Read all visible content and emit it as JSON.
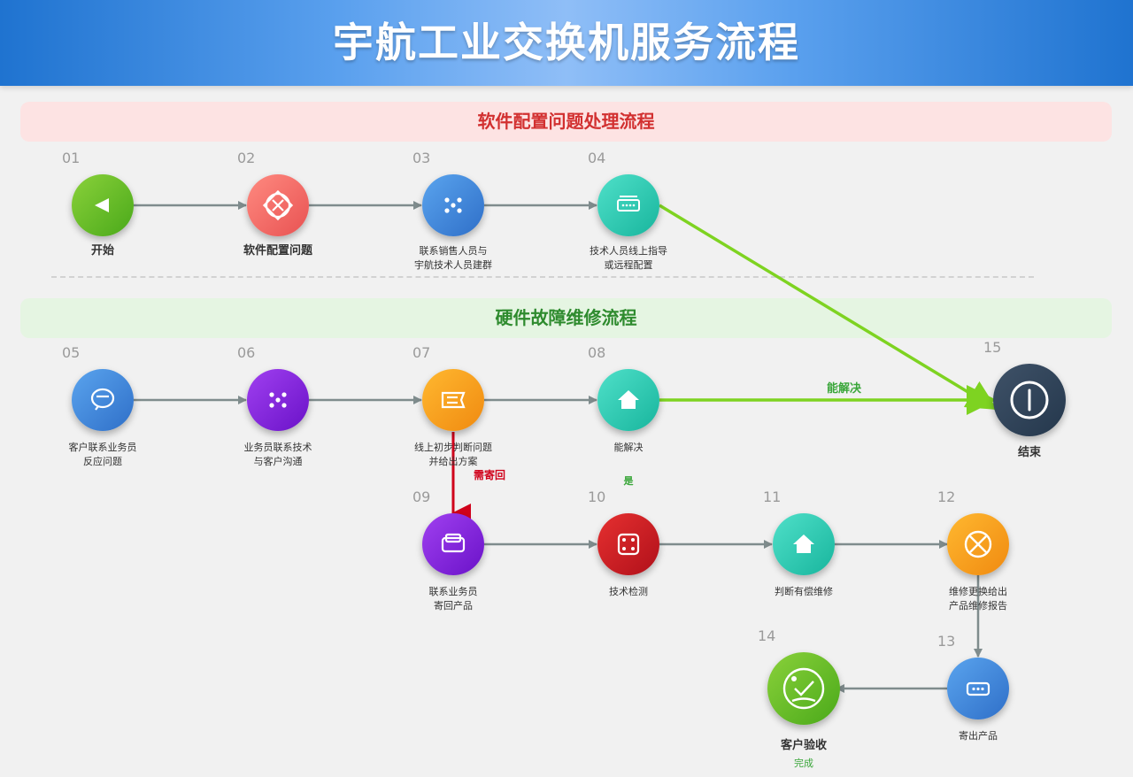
{
  "title": "宇航工业交换机服务流程",
  "sections": {
    "software": "软件配置问题处理流程",
    "hardware": "硬件故障维修流程"
  },
  "steps": {
    "s01": {
      "num": "01",
      "label": "开始",
      "icon": "play-icon"
    },
    "s02": {
      "num": "02",
      "label": "软件配置问题",
      "icon": "x-frame-icon"
    },
    "s03": {
      "num": "03",
      "label": "联系销售人员与\n宇航技术人员建群",
      "icon": "dots-icon"
    },
    "s04": {
      "num": "04",
      "label": "技术人员线上指导\n或远程配置",
      "icon": "keyboard-icon"
    },
    "s05": {
      "num": "05",
      "label": "客户联系业务员\n反应问题",
      "icon": "chat-icon"
    },
    "s06": {
      "num": "06",
      "label": "业务员联系技术\n与客户沟通",
      "icon": "dots-icon"
    },
    "s07": {
      "num": "07",
      "label": "线上初步判断问题\n并给出方案",
      "icon": "list-icon"
    },
    "s08": {
      "num": "08",
      "label": "能解决",
      "sub": "是",
      "icon": "home-icon"
    },
    "s09": {
      "num": "09",
      "label": "联系业务员\n寄回产品",
      "icon": "box-icon"
    },
    "s10": {
      "num": "10",
      "label": "技术检测",
      "icon": "dice-icon"
    },
    "s11": {
      "num": "11",
      "label": "判断有偿维修",
      "icon": "home-icon"
    },
    "s12": {
      "num": "12",
      "label": "维修更换给出\n产品维修报告",
      "icon": "x-circle-icon"
    },
    "s13": {
      "num": "13",
      "label": "寄出产品",
      "icon": "package-icon"
    },
    "s14": {
      "num": "14",
      "label": "客户验收",
      "sub": "完成",
      "icon": "check-icon"
    },
    "s15": {
      "num": "15",
      "label": "结束",
      "icon": "power-icon"
    }
  },
  "edge_labels": {
    "solved": "能解决",
    "return": "需寄回"
  },
  "colors": {
    "arrow_gray": "#7f8c8d",
    "arrow_green": "#7ed321",
    "arrow_red": "#d0021b"
  }
}
